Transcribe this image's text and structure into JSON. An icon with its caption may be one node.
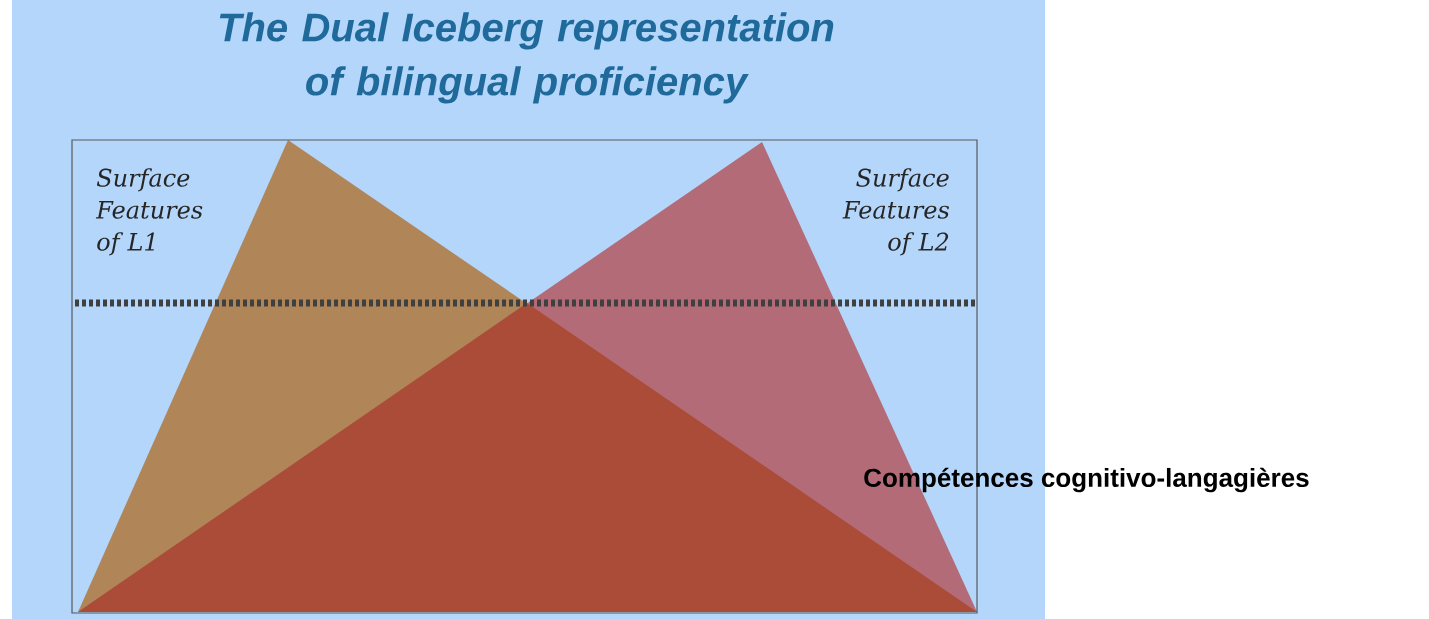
{
  "diagram": {
    "title": "The Dual Iceberg representation of bilingual proficiency",
    "labels": [
      "Surface Features of L1",
      "Surface Features of L2",
      "Compétences cognitivo-langagières"
    ]
  }
}
